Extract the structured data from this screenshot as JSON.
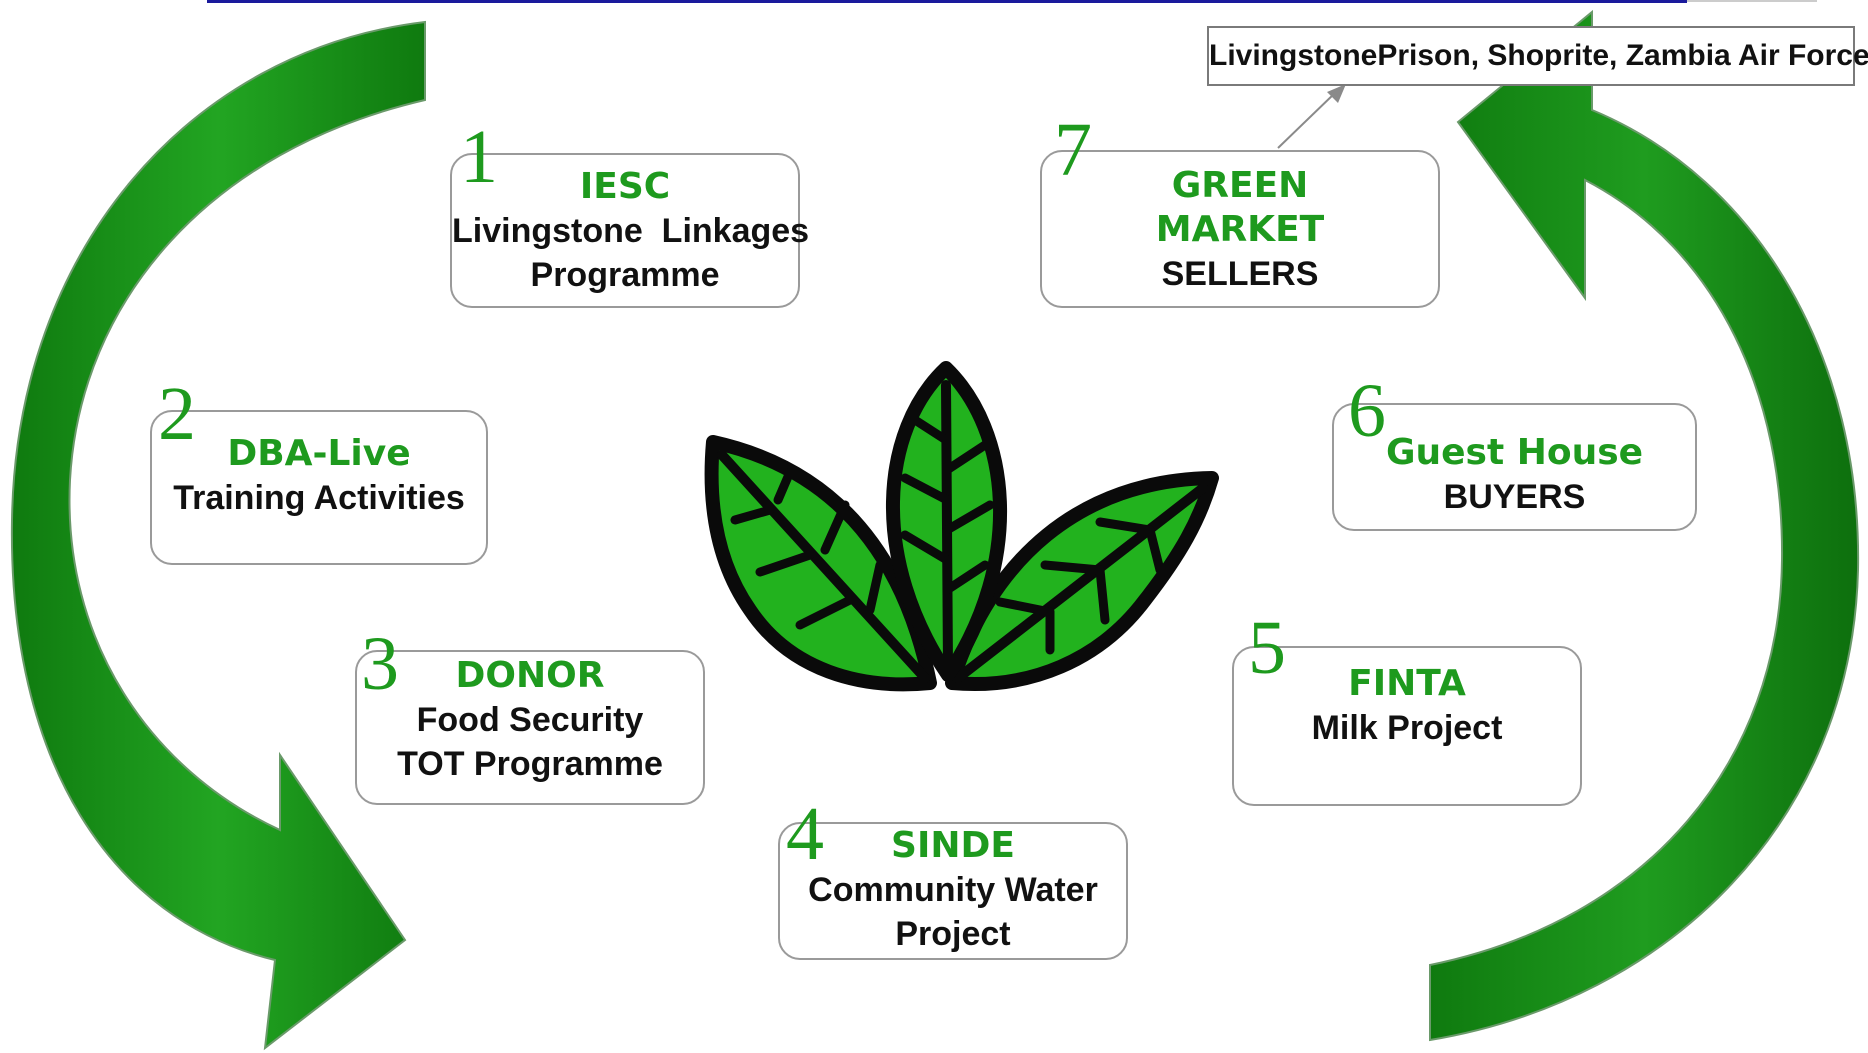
{
  "steps": [
    {
      "num": "1",
      "title": "IESC",
      "desc_lines": [
        "Livingstone  Linkages",
        "Programme"
      ]
    },
    {
      "num": "2",
      "title": "DBA-Live",
      "desc_lines": [
        "Training Activities"
      ]
    },
    {
      "num": "3",
      "title": "DONOR",
      "desc_lines": [
        "Food Security",
        "TOT Programme"
      ]
    },
    {
      "num": "4",
      "title": "SINDE",
      "desc_lines": [
        "Community Water",
        "Project"
      ]
    },
    {
      "num": "5",
      "title": "FINTA",
      "desc_lines": [
        "Milk Project"
      ]
    },
    {
      "num": "6",
      "title": "Guest House",
      "desc_lines": [
        "BUYERS"
      ]
    },
    {
      "num": "7",
      "title_lines": [
        "GREEN",
        "MARKET"
      ],
      "desc_lines": [
        "SELLERS"
      ]
    }
  ],
  "note": "LivingstonePrison, Shoprite, Zambia Air Force",
  "colors": {
    "accent_green": "#1e9a1e",
    "leaf_green": "#22b21e",
    "arrow_green": "#128a12",
    "box_border": "#9a9a9a",
    "top_rule": "#1a1a9c"
  }
}
